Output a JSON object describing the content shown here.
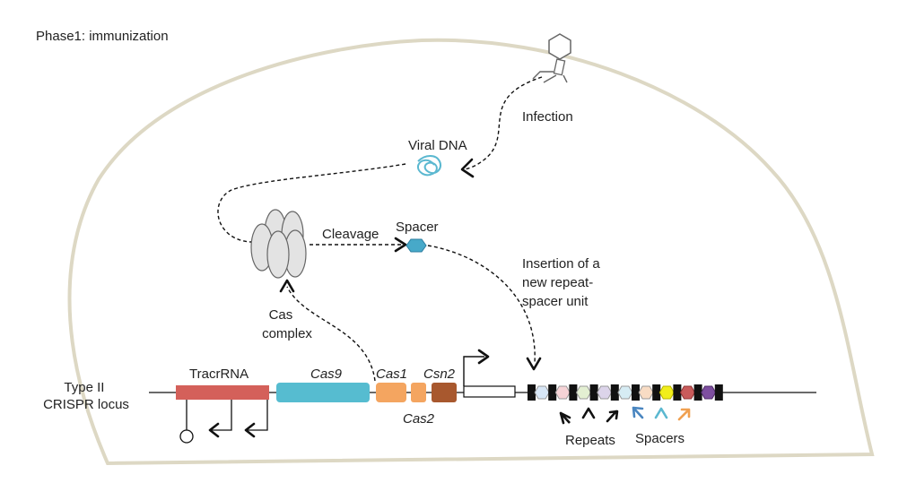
{
  "title": "Phase1: immunization",
  "labels": {
    "infection": "Infection",
    "viral_dna": "Viral DNA",
    "cleavage": "Cleavage",
    "spacer": "Spacer",
    "insertion": [
      "Insertion of a",
      "new repeat-",
      "spacer unit"
    ],
    "cas_complex": [
      "Cas",
      "complex"
    ],
    "locus": [
      "Type II",
      "CRISPR locus"
    ],
    "tracrrna": "TracrRNA",
    "repeats": "Repeats",
    "spacers": "Spacers"
  },
  "genes": {
    "cas9": "Cas9",
    "cas1": "Cas1",
    "cas2": "Cas2",
    "csn2": "Csn2"
  },
  "colors": {
    "cell_outline": "#ddd8c4",
    "tracrrna": "#d4605a",
    "cas9": "#56bcd0",
    "cas1": "#f4a560",
    "cas2": "#f4a560",
    "csn2": "#a8582e",
    "viral_dna": "#5bb8d0",
    "spacer_hex": "#47a9c9",
    "repeat_arrow": "#111111",
    "spacer_arrows": [
      "#4a86c0",
      "#5bb8d0",
      "#f0a050"
    ]
  },
  "array_spacers": [
    "#d7e6f6",
    "#f6d3d6",
    "#e3efd2",
    "#dcd4ea",
    "#d6ecf4",
    "#f8dcc4",
    "#f1ee1a",
    "#c95b5b",
    "#7e4fa0"
  ]
}
